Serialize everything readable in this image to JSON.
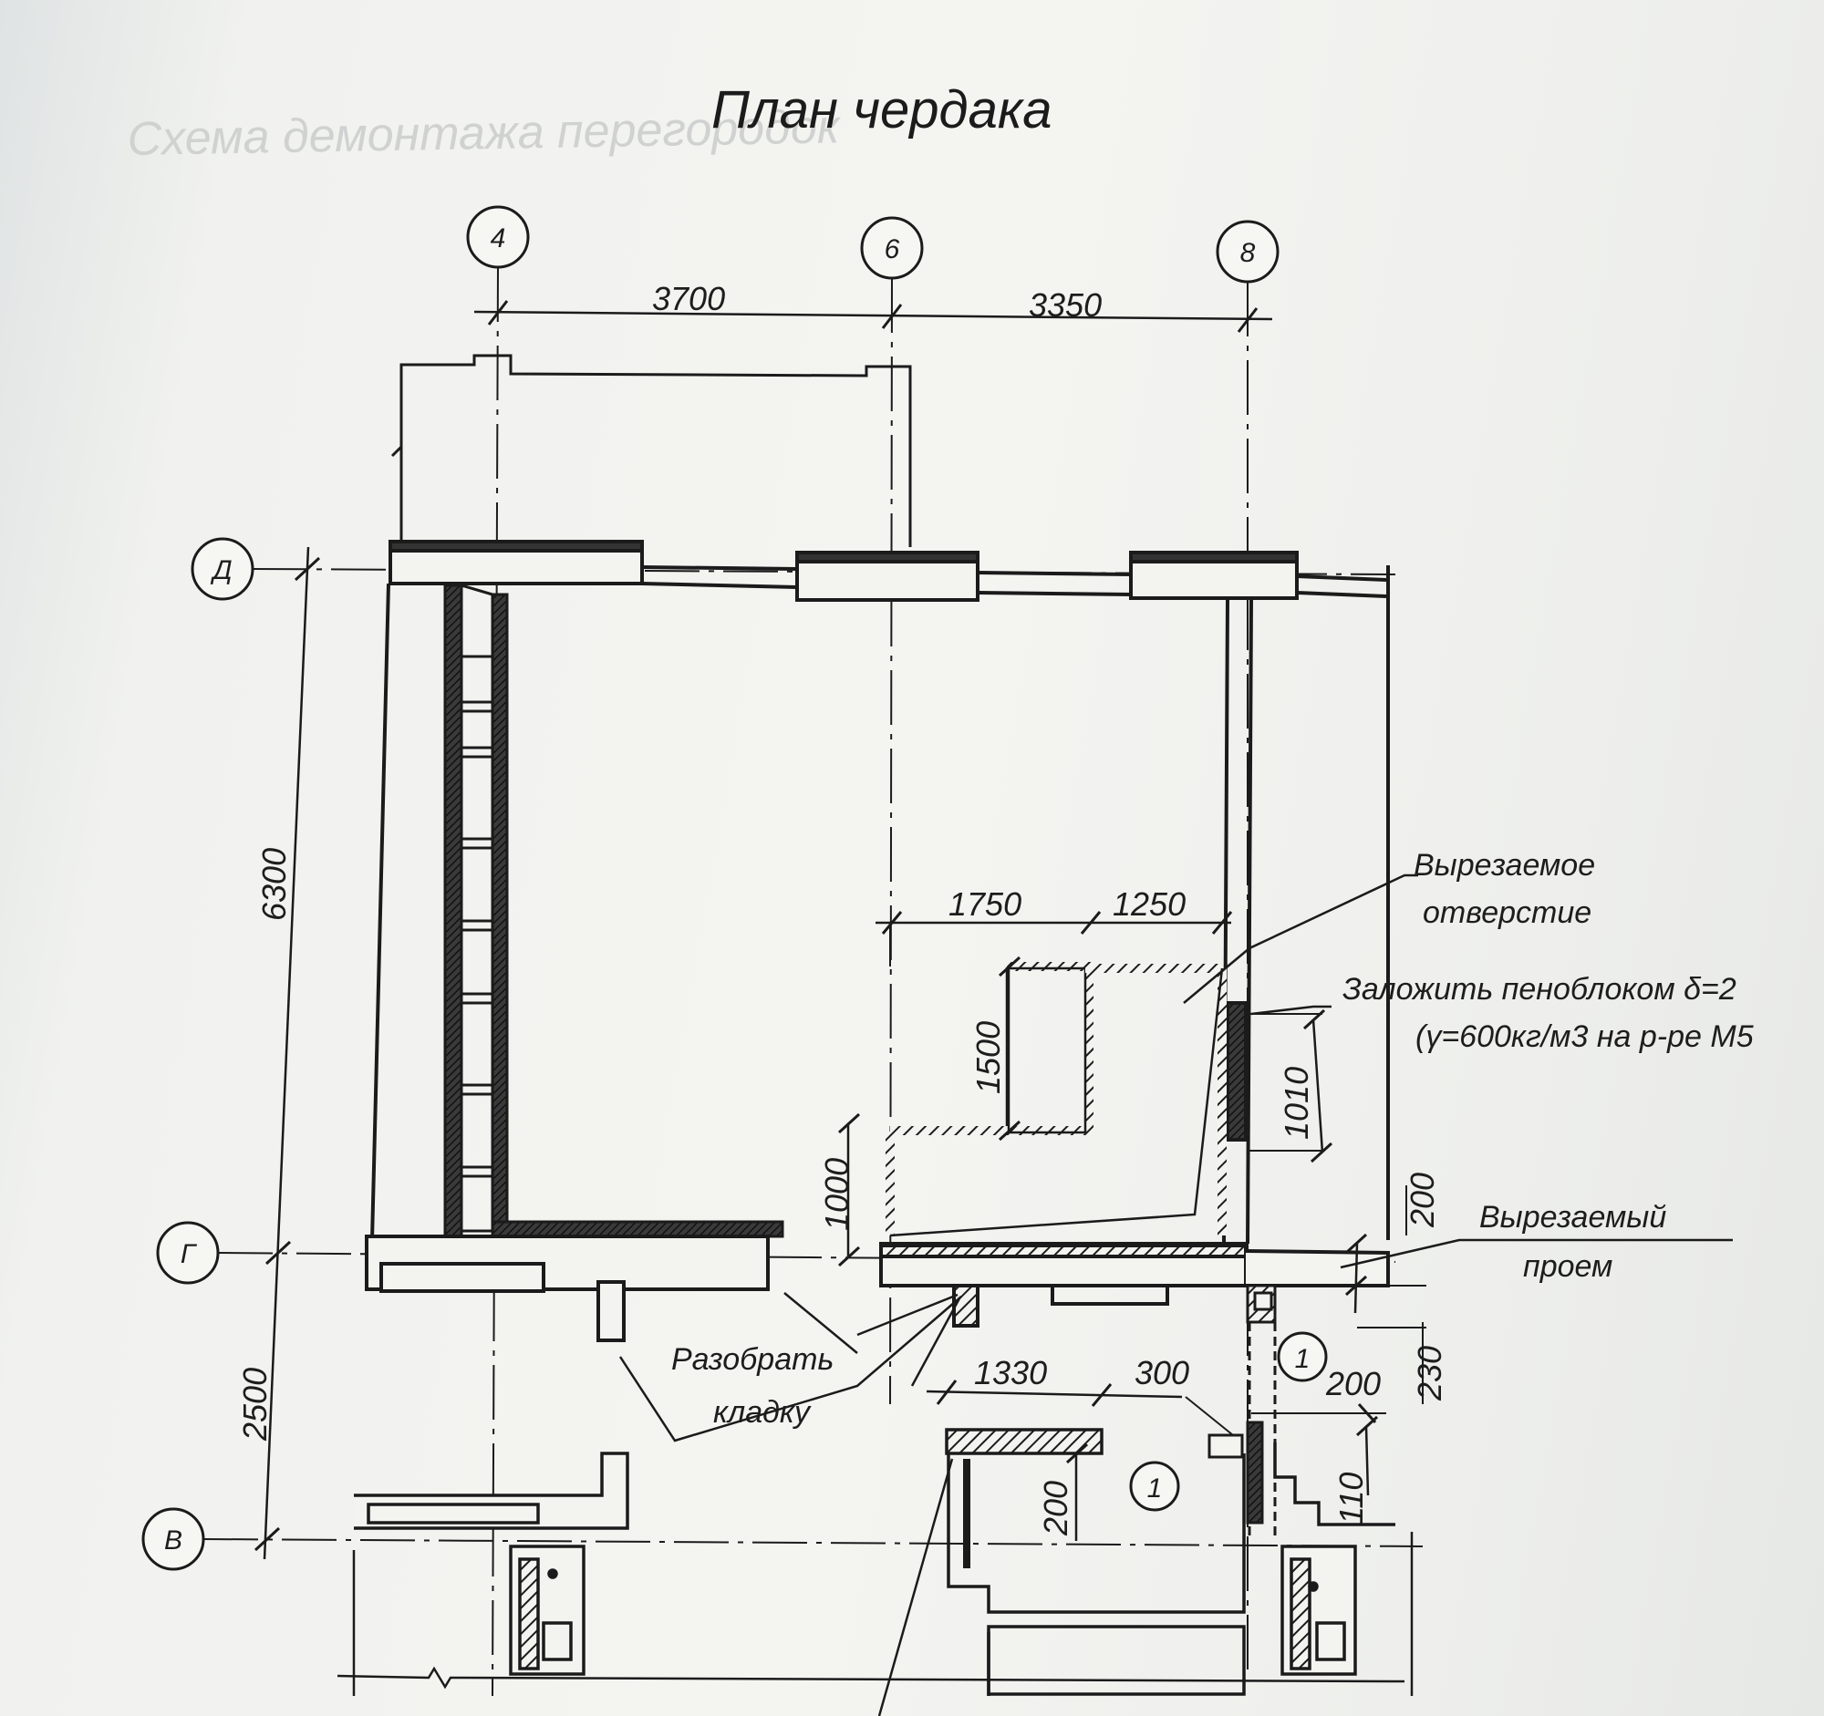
{
  "title": "План чердака",
  "grid_axes": {
    "vertical": [
      "4",
      "6",
      "8"
    ],
    "horizontal": [
      "Д",
      "Г",
      "В"
    ]
  },
  "dimensions": {
    "top": [
      "3700",
      "3350"
    ],
    "left": [
      "6300",
      "2500"
    ],
    "opening": [
      "1750",
      "1250",
      "1500",
      "1000"
    ],
    "right": [
      "1010",
      "200",
      "230",
      "200",
      "110"
    ],
    "bottom": [
      "1330",
      "300",
      "200"
    ]
  },
  "notes": {
    "cut_opening": [
      "Вырезаемое",
      "отверстие"
    ],
    "fill_foam": [
      "Заложить пеноблоком δ=2",
      "(γ=600кг/м3 на р-ре М5"
    ],
    "cut_doorway": [
      "Вырезаемый",
      "проем"
    ],
    "dismantle": [
      "Разобрать",
      "кладку"
    ]
  },
  "callouts": [
    "1",
    "1"
  ],
  "colors": {
    "ink": "#1b1b1b",
    "paper": "#f3f3f0",
    "ghost": "#cfd2d0"
  }
}
